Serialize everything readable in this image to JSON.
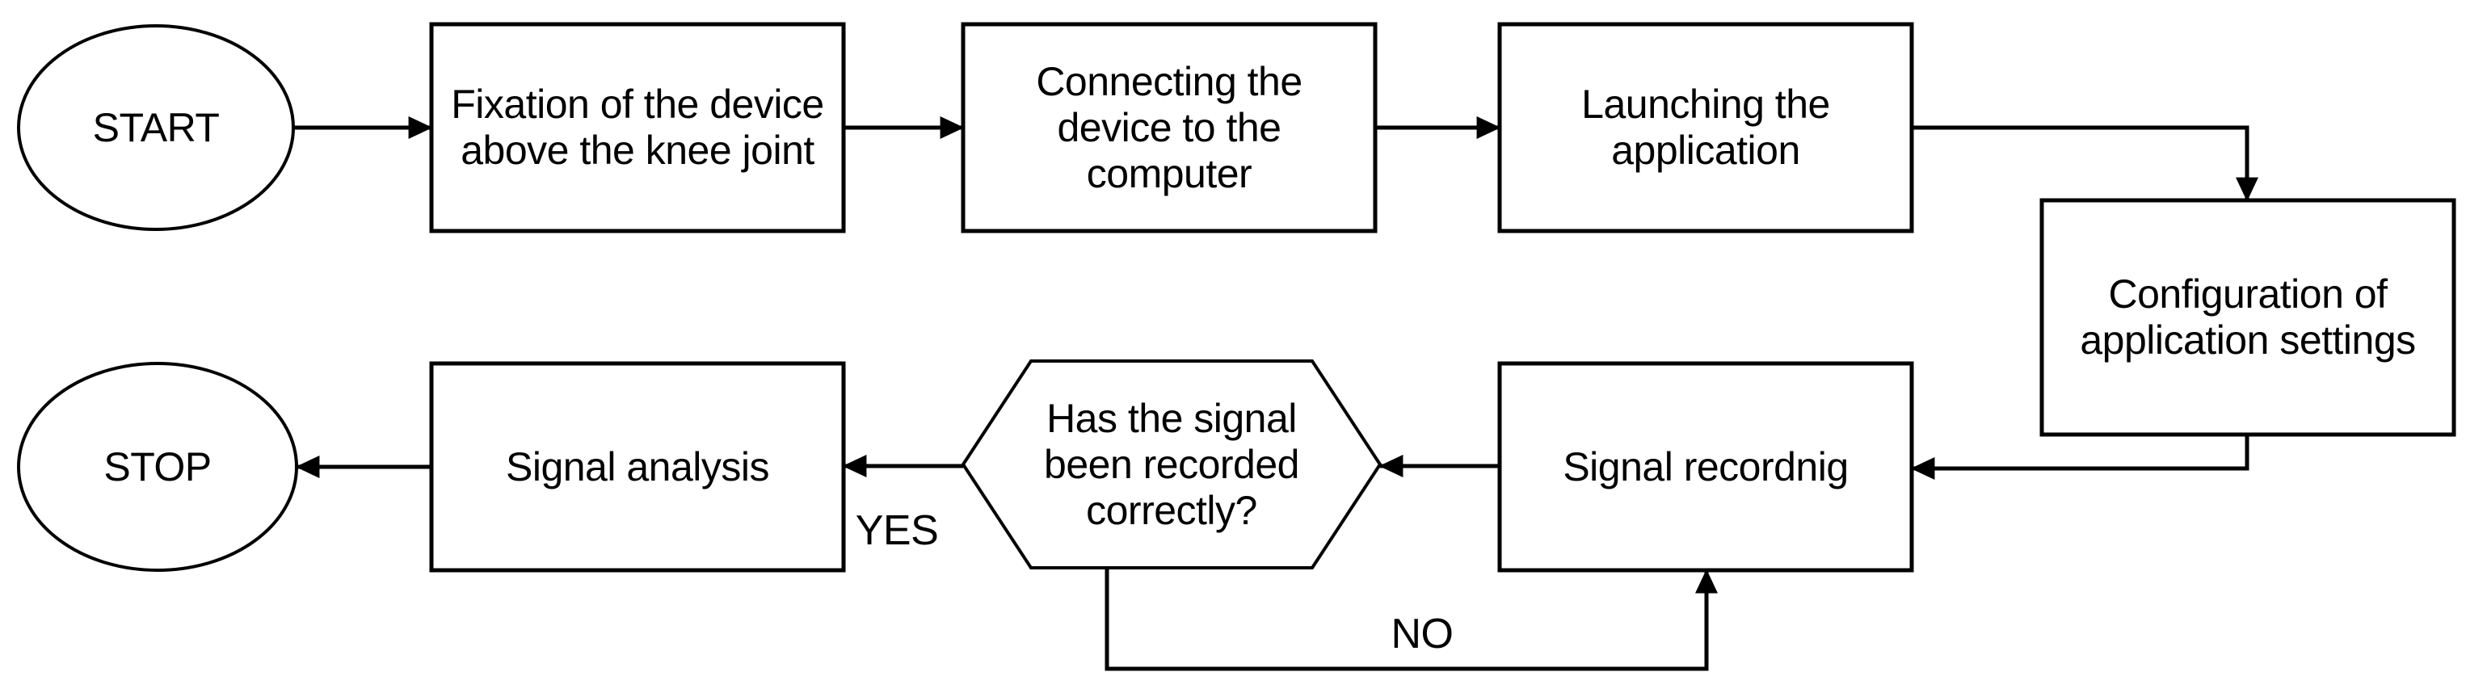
{
  "diagram": {
    "nodes": {
      "start": {
        "label": "START",
        "shape": "ellipse"
      },
      "fixation": {
        "label": "Fixation of the device\nabove the knee joint",
        "shape": "rectangle"
      },
      "connecting": {
        "label": "Connecting the\ndevice to the\ncomputer",
        "shape": "rectangle"
      },
      "launching": {
        "label": "Launching the\napplication",
        "shape": "rectangle"
      },
      "configuration": {
        "label": "Configuration of\napplication settings",
        "shape": "rectangle"
      },
      "recording": {
        "label": "Signal recordnig",
        "shape": "rectangle"
      },
      "decision": {
        "label": "Has the signal\nbeen recorded\ncorrectly?",
        "shape": "hexagon"
      },
      "analysis": {
        "label": "Signal analysis",
        "shape": "rectangle"
      },
      "stop": {
        "label": "STOP",
        "shape": "ellipse"
      }
    },
    "edge_labels": {
      "yes": "YES",
      "no": "NO"
    },
    "flow": [
      "start -> fixation",
      "fixation -> connecting",
      "connecting -> launching",
      "launching -> configuration",
      "configuration -> recording",
      "recording -> decision",
      "decision -YES-> analysis",
      "decision -NO-> recording",
      "analysis -> stop"
    ],
    "colors": {
      "stroke": "#000000",
      "shape_fill": "#ffffff",
      "background": "#ffffff",
      "text": "#000000"
    }
  }
}
